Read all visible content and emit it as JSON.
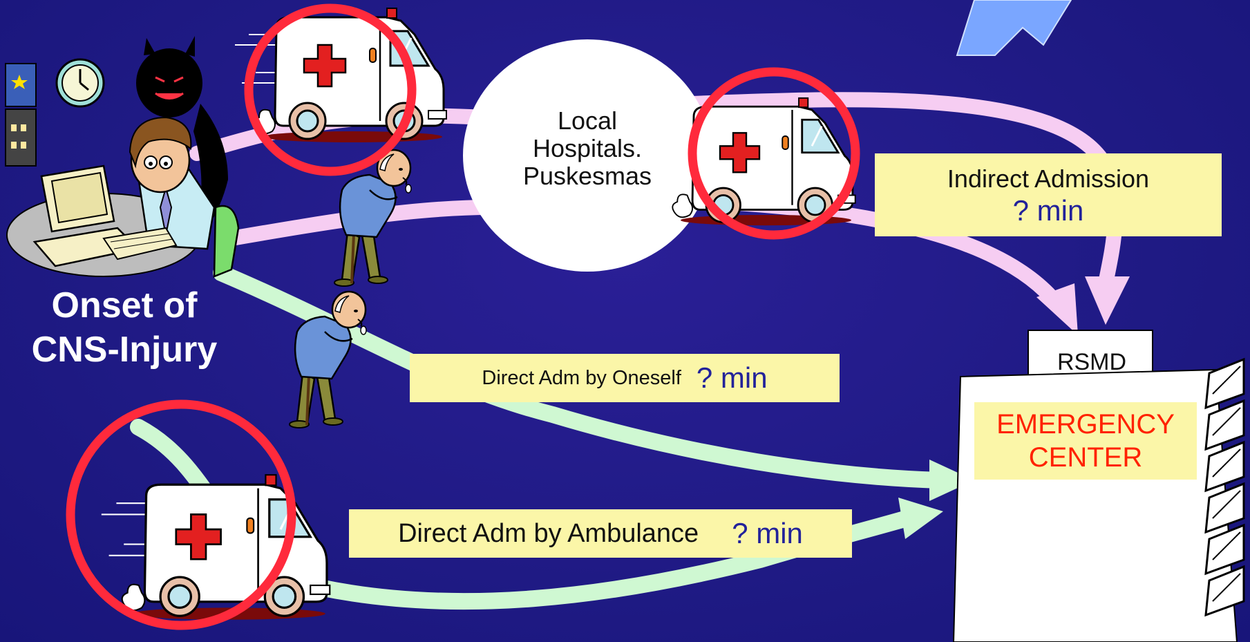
{
  "colors": {
    "background": "#201a88",
    "label_fill": "#fbf6a8",
    "indirect_route": "#f6cdf2",
    "direct_route": "#cff8d2",
    "highlight_circle": "#ff2a3c",
    "time_text": "#22229a",
    "emergency_text": "#ff2200",
    "onset_text": "#ffffff"
  },
  "onset": {
    "line1": "Onset of",
    "line2": "CNS-Injury"
  },
  "local_hospital": {
    "line1": "Local",
    "line2": "Hospitals.",
    "line3": "Puskesmas"
  },
  "routes": {
    "indirect": {
      "label": "Indirect Admission",
      "time": "? min"
    },
    "direct_self": {
      "label": "Direct Adm by Oneself",
      "time": "? min"
    },
    "direct_ambulance": {
      "label": "Direct Adm by Ambulance",
      "time": "? min"
    }
  },
  "destination": {
    "name": "RSMD",
    "line1": "EMERGENCY",
    "line2": "CENTER"
  },
  "icons": [
    "ambulance-icon",
    "elderly-patient-icon",
    "office-worker-icon",
    "devil-icon",
    "clock-icon",
    "computer-icon",
    "hospital-building-icon",
    "arrow-icon"
  ]
}
